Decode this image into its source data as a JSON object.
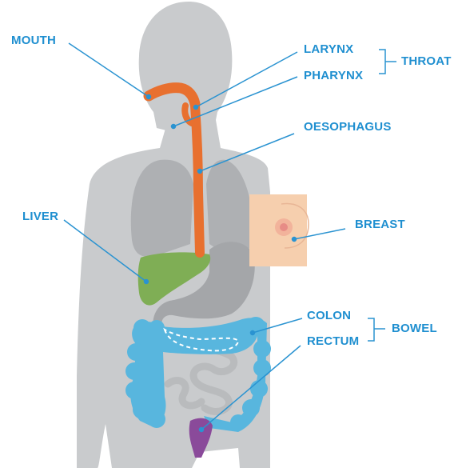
{
  "labels": {
    "mouth": "MOUTH",
    "larynx": "LARYNX",
    "pharynx": "PHARYNX",
    "throat": "THROAT",
    "oesophagus": "OESOPHAGUS",
    "liver": "LIVER",
    "breast": "BREAST",
    "colon": "COLON",
    "rectum": "RECTUM",
    "bowel": "BOWEL"
  },
  "colors": {
    "body": "#c9cbcd",
    "lungs": "#aeb0b3",
    "stomach": "#a4a6a9",
    "small_intestine": "#b9bbbd",
    "throat_tract": "#e8702f",
    "liver": "#7fae55",
    "colon": "#58b6de",
    "rectum": "#8a4a9a",
    "breast_panel": "#f6cfae",
    "label_text": "#1f8fd0",
    "leader_line": "#2a93d1"
  }
}
